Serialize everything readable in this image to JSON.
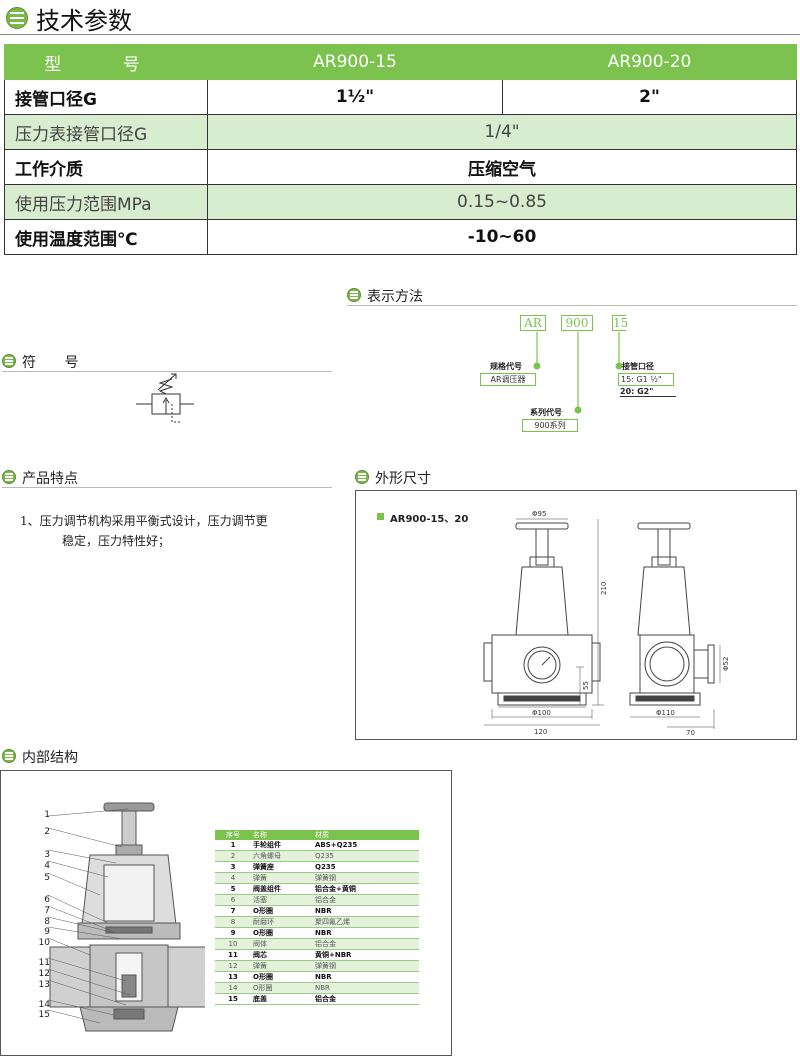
{
  "header": {
    "title": "技术参数"
  },
  "spec": {
    "header": {
      "label": "型 号",
      "model_a": "AR900-15",
      "model_b": "AR900-20"
    },
    "rows": [
      {
        "label": "接管口径G",
        "a": "1½\"",
        "b": "2\""
      },
      {
        "label": "压力表接管口径G",
        "value": "1/4\""
      },
      {
        "label": "工作介质",
        "value": "压缩空气"
      },
      {
        "label": "使用压力范围MPa",
        "value": "0.15~0.85"
      },
      {
        "label": "使用温度范围℃",
        "value": "-10~60"
      }
    ]
  },
  "notation": {
    "title": "表示方法",
    "codes": [
      "AR",
      "900",
      "15"
    ],
    "spec_code_label": "规格代号",
    "spec_code_value": "AR调压器",
    "series_label": "系列代号",
    "series_value": "900系列",
    "port_label": "接管口径",
    "port_15": "15: G1 ½\"",
    "port_20": "20: G2\""
  },
  "symbol": {
    "title": "符 号"
  },
  "features": {
    "title": "产品特点",
    "line1": "1、压力调节机构采用平衡式设计，压力调节更",
    "line2": "稳定，压力特性好；"
  },
  "dimensions": {
    "title": "外形尺寸",
    "model": "AR900-15、20",
    "d95": "Φ95",
    "h210": "210",
    "h55": "55",
    "d100": "Φ100",
    "w120": "120",
    "d52": "Φ52",
    "d110": "Φ110",
    "w70": "70"
  },
  "structure": {
    "title": "内部结构",
    "callouts": [
      "1",
      "2",
      "3",
      "4",
      "5",
      "6",
      "7",
      "8",
      "9",
      "10",
      "11",
      "12",
      "13",
      "14",
      "15"
    ],
    "table_header": {
      "no": "序号",
      "name": "名称",
      "material": "材质"
    },
    "parts": [
      {
        "no": "1",
        "name": "手轮组件",
        "material": "ABS+Q235"
      },
      {
        "no": "2",
        "name": "六角螺母",
        "material": "Q235"
      },
      {
        "no": "3",
        "name": "弹簧座",
        "material": "Q235"
      },
      {
        "no": "4",
        "name": "弹簧",
        "material": "弹簧钢"
      },
      {
        "no": "5",
        "name": "阀盖组件",
        "material": "铝合金+黄铜"
      },
      {
        "no": "6",
        "name": "活塞",
        "material": "铝合金"
      },
      {
        "no": "7",
        "name": "O形圈",
        "material": "NBR"
      },
      {
        "no": "8",
        "name": "耐磨环",
        "material": "聚四氟乙烯"
      },
      {
        "no": "9",
        "name": "O形圈",
        "material": "NBR"
      },
      {
        "no": "10",
        "name": "阀体",
        "material": "铝合金"
      },
      {
        "no": "11",
        "name": "阀芯",
        "material": "黄铜+NBR"
      },
      {
        "no": "12",
        "name": "弹簧",
        "material": "弹簧钢"
      },
      {
        "no": "13",
        "name": "O形圈",
        "material": "NBR"
      },
      {
        "no": "14",
        "name": "O形圈",
        "material": "NBR"
      },
      {
        "no": "15",
        "name": "底盖",
        "material": "铝合金"
      }
    ]
  }
}
